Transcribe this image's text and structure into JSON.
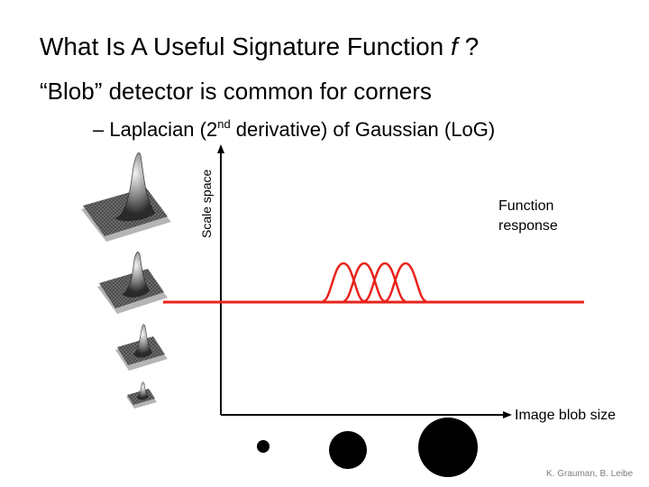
{
  "slide": {
    "title_main": "What Is A Useful Signature Function ",
    "title_f": "f",
    "title_end": " ?",
    "bullet1": "“Blob” detector is common for corners",
    "bullet2_pre": "– Laplacian (2",
    "bullet2_sup": "nd",
    "bullet2_post": " derivative) of Gaussian (LoG)",
    "credit": "K. Grauman, B. Leibe"
  },
  "diagram": {
    "y_axis_label": "Scale space",
    "x_axis_label": "Image blob size",
    "response_label": [
      "Function",
      "response"
    ],
    "curve_color": "#e8231c",
    "axis_color": "#000000"
  }
}
